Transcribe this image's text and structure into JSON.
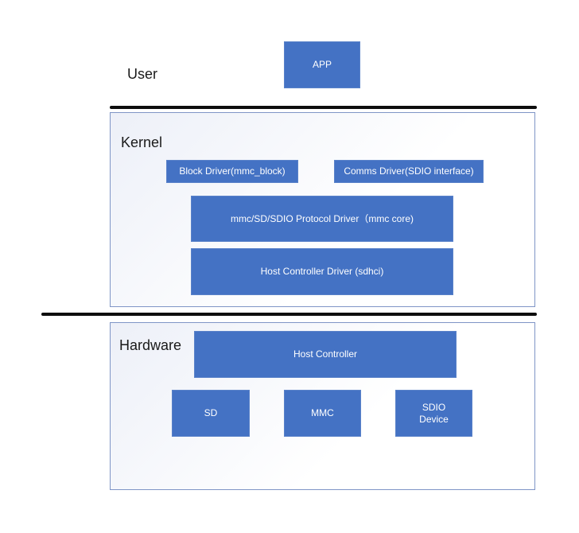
{
  "layers": {
    "user": {
      "label": "User",
      "app": "APP"
    },
    "kernel": {
      "label": "Kernel",
      "block_driver": "Block Driver(mmc_block)",
      "comms_driver": "Comms Driver(SDIO interface)",
      "protocol_driver": "mmc/SD/SDIO Protocol Driver（mmc core)",
      "host_controller_driver": "Host Controller Driver (sdhci)"
    },
    "hardware": {
      "label": "Hardware",
      "host_controller": "Host Controller",
      "sd": "SD",
      "mmc": "MMC",
      "sdio_device": "SDIO\nDevice"
    }
  },
  "colors": {
    "box_fill": "#4472c4",
    "panel_border": "#7f95c6",
    "divider": "#0d0d0d"
  }
}
